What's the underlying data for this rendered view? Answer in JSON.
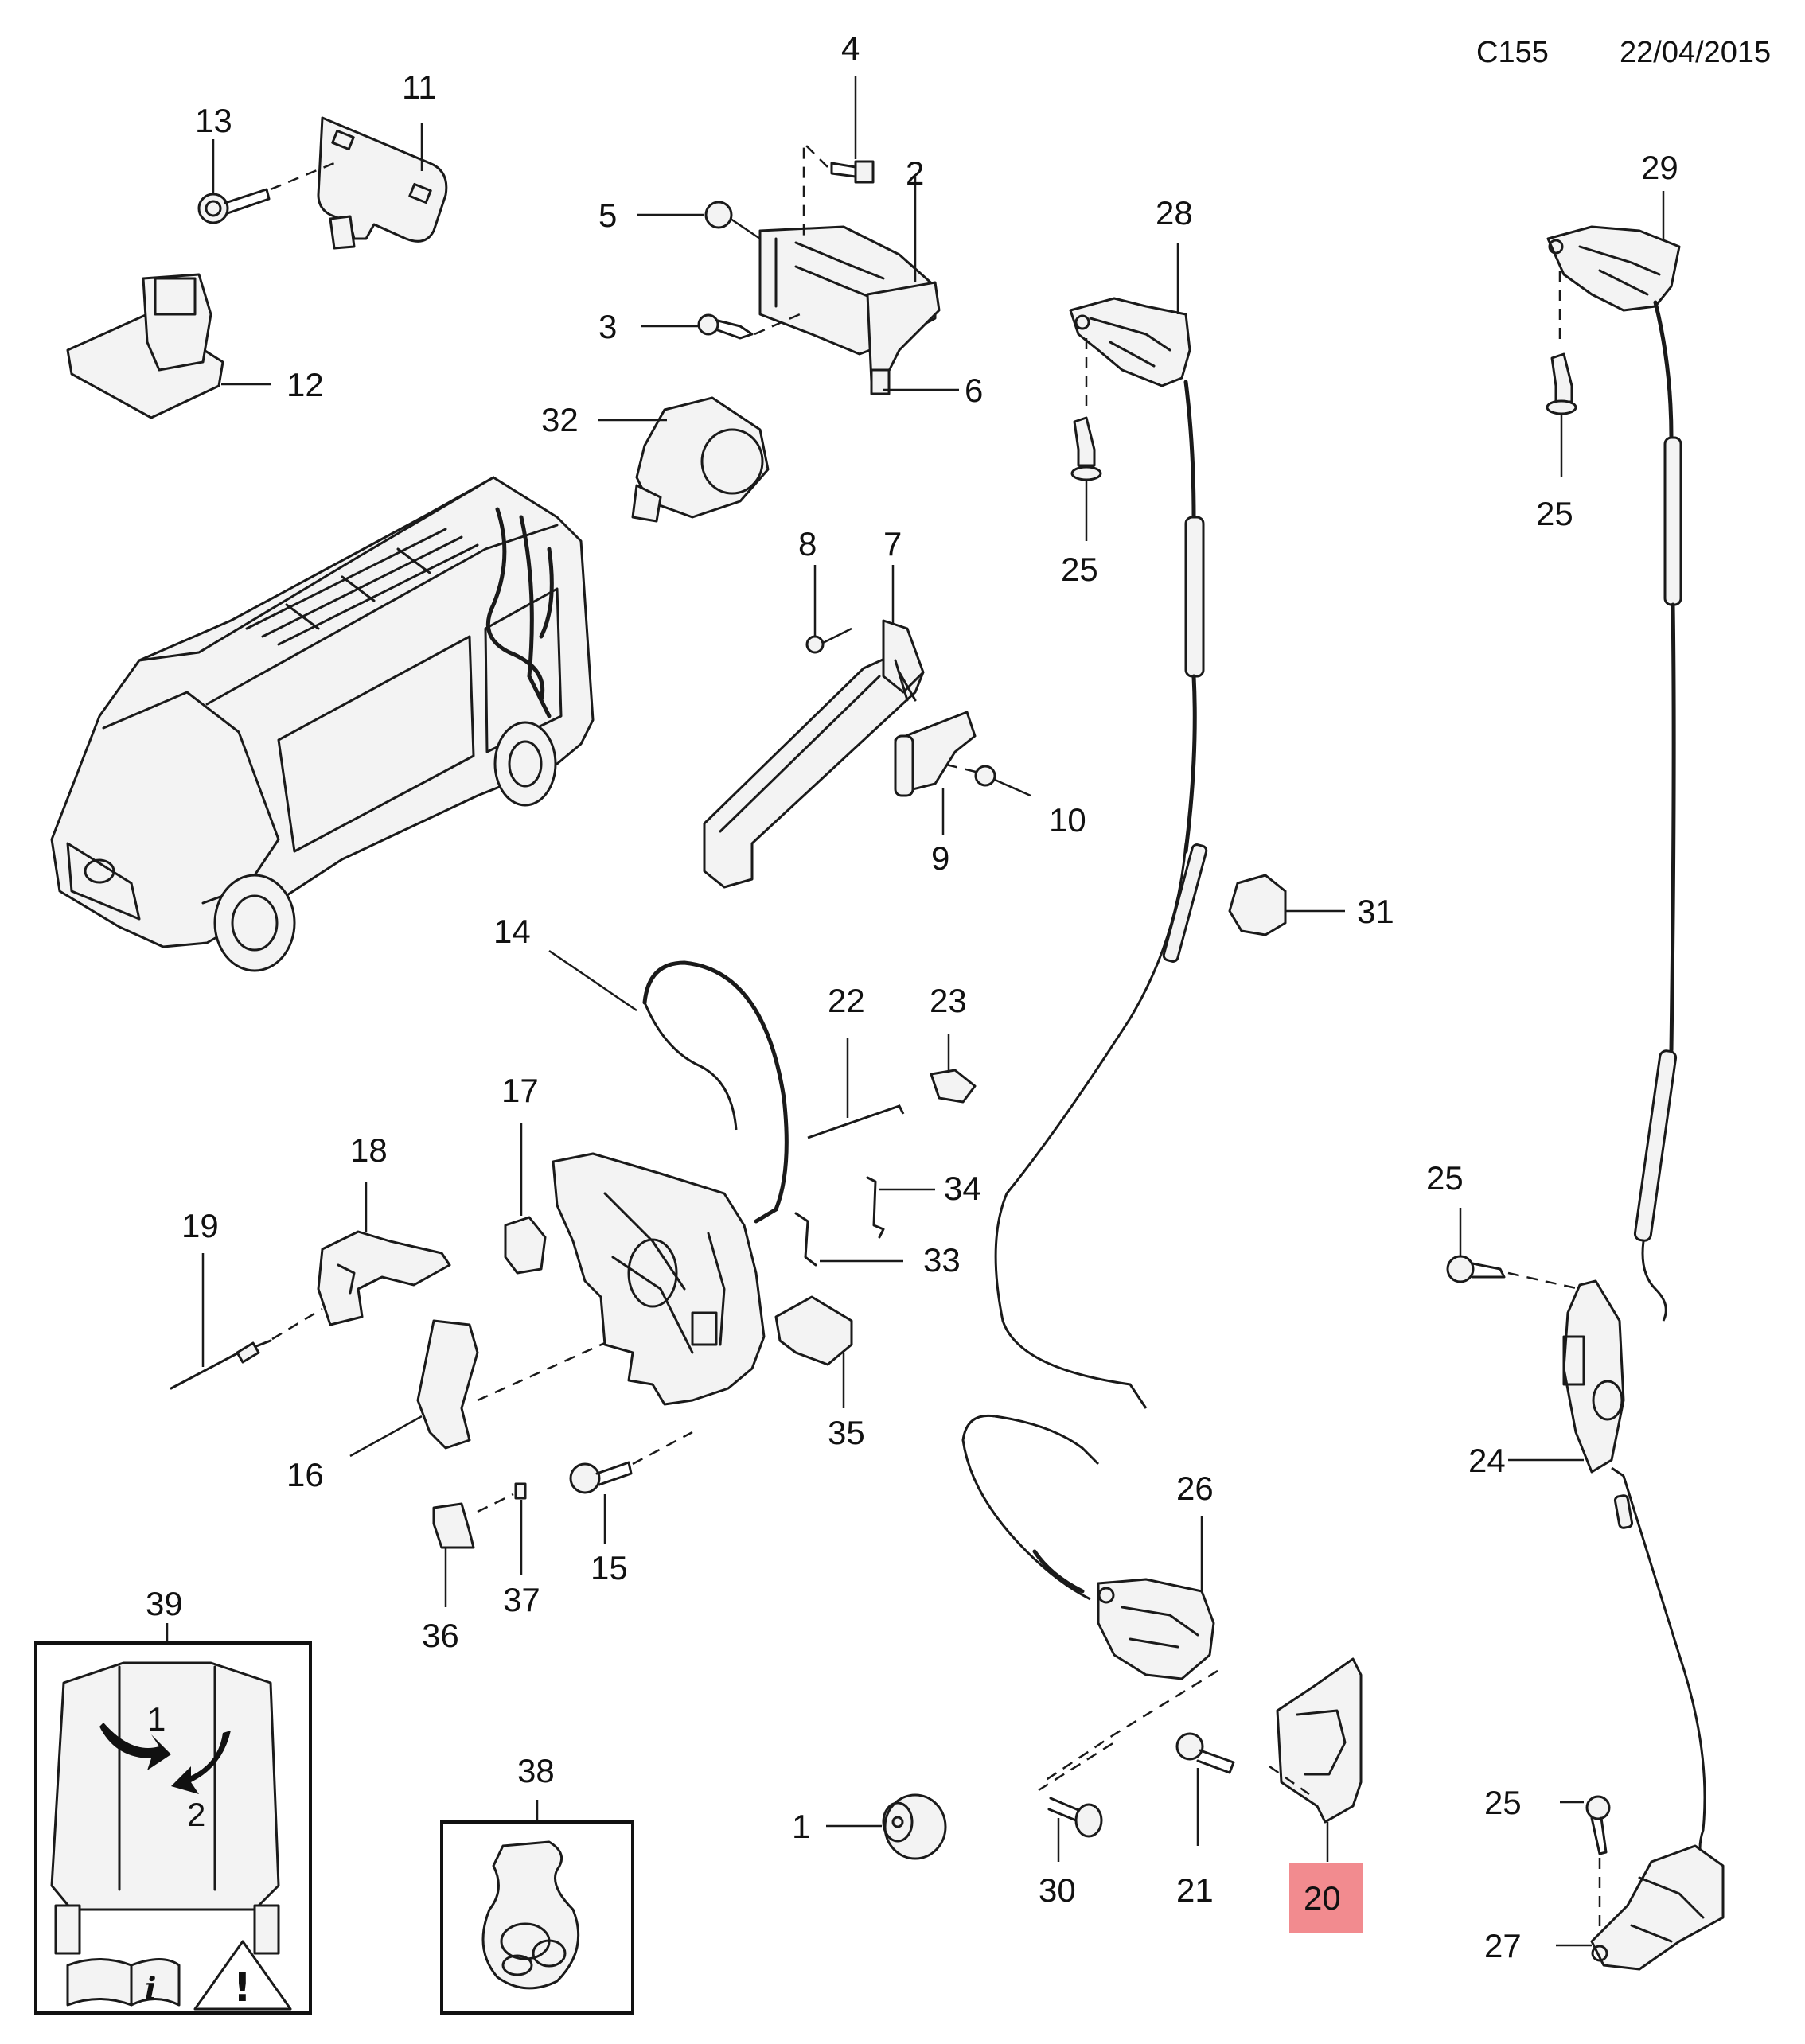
{
  "header": {
    "code": "C155",
    "date": "22/04/2015"
  },
  "highlight": {
    "callout": "20",
    "color": "#f28b8f"
  },
  "callouts": {
    "c1": "1",
    "c2": "2",
    "c3": "3",
    "c4": "4",
    "c5": "5",
    "c6": "6",
    "c7": "7",
    "c8": "8",
    "c9": "9",
    "c10": "10",
    "c11": "11",
    "c12": "12",
    "c13": "13",
    "c14": "14",
    "c15": "15",
    "c16": "16",
    "c17": "17",
    "c18": "18",
    "c19": "19",
    "c20": "20",
    "c21": "21",
    "c22": "22",
    "c23": "23",
    "c24": "24",
    "c25a": "25",
    "c25b": "25",
    "c25c": "25",
    "c25d": "25",
    "c26": "26",
    "c27": "27",
    "c28": "28",
    "c29": "29",
    "c30": "30",
    "c31": "31",
    "c32": "32",
    "c33": "33",
    "c34": "34",
    "c35": "35",
    "c36": "36",
    "c37": "37",
    "c38": "38",
    "c39": "39"
  },
  "instruction_box": {
    "step1": "1",
    "step2": "2"
  }
}
